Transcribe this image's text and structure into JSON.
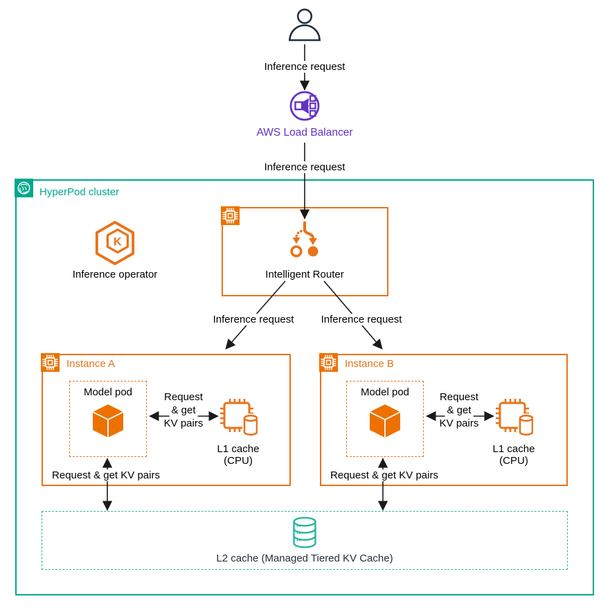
{
  "diagram": {
    "user": {
      "icon": "user-icon"
    },
    "load_balancer": {
      "label": "AWS Load Balancer",
      "icon": "load-balancer-icon",
      "color": "#6333C4"
    },
    "cluster": {
      "label": "HyperPod cluster",
      "icon": "hyperpod-cluster-icon",
      "color": "#01A88D"
    },
    "operator": {
      "label": "Inference operator",
      "letter": "K",
      "icon": "kubernetes-operator-icon"
    },
    "router": {
      "label": "Intelligent Router",
      "icon": "intelligent-router-icon",
      "badge_icon": "chip-icon"
    },
    "edges": {
      "user_to_lb": "Inference request",
      "lb_to_router": "Inference request",
      "router_to_a": "Inference request",
      "router_to_b": "Inference request"
    },
    "instances": [
      {
        "label": "Instance A",
        "badge_icon": "chip-icon",
        "model_pod": {
          "label": "Model pod",
          "icon": "container-cube-icon"
        },
        "kv_edge": {
          "line1": "Request",
          "line2": "& get",
          "line3": "KV pairs"
        },
        "l1_cache": {
          "line1": "L1 cache",
          "line2": "(CPU)",
          "icon": "cpu-cache-icon"
        },
        "l2_edge_label": "Request & get KV pairs"
      },
      {
        "label": "Instance B",
        "badge_icon": "chip-icon",
        "model_pod": {
          "label": "Model pod",
          "icon": "container-cube-icon"
        },
        "kv_edge": {
          "line1": "Request",
          "line2": "& get",
          "line3": "KV pairs"
        },
        "l1_cache": {
          "line1": "L1 cache",
          "line2": "(CPU)",
          "icon": "cpu-cache-icon"
        },
        "l2_edge_label": "Request & get KV pairs"
      }
    ],
    "l2_cache": {
      "label": "L2 cache (Managed Tiered KV Cache)",
      "icon": "database-icon",
      "color": "#24B6A1"
    },
    "colors": {
      "orange": "#E8731A",
      "orange_fill": "#ED7100",
      "teal": "#01A88D",
      "l2_teal": "#24B6A1",
      "purple": "#6333C4",
      "dark": "#232F3E",
      "arrow": "#1A1A1A"
    }
  }
}
